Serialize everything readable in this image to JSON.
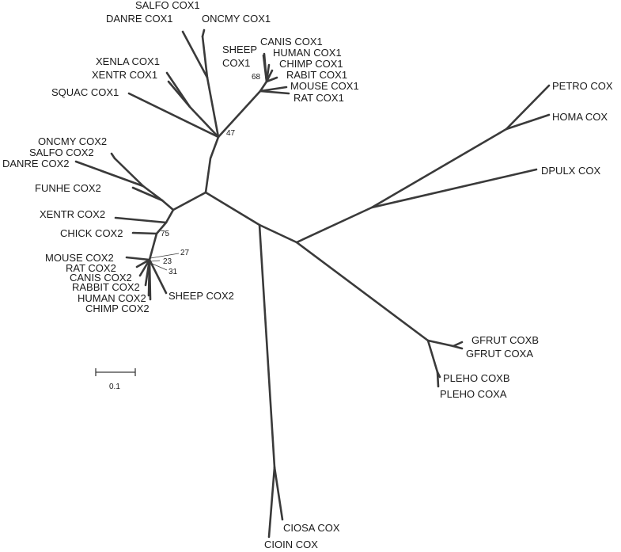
{
  "taxa": {
    "salfo_cox1": "SALFO COX1",
    "danre_cox1": "DANRE COX1",
    "oncmy_cox1": "ONCMY COX1",
    "sheep_cox1_a": "SHEEP",
    "sheep_cox1_b": "COX1",
    "canis_cox1": "CANIS COX1",
    "human_cox1": "HUMAN COX1",
    "chimp_cox1": "CHIMP COX1",
    "rabit_cox1": "RABIT COX1",
    "mouse_cox1": "MOUSE COX1",
    "rat_cox1": "RAT COX1",
    "xenla_cox1": "XENLA COX1",
    "xentr_cox1": "XENTR COX1",
    "squac_cox1": "SQUAC COX1",
    "oncmy_cox2": "ONCMY COX2",
    "salfo_cox2": "SALFO COX2",
    "danre_cox2": "DANRE COX2",
    "funhe_cox2": "FUNHE COX2",
    "xentr_cox2": "XENTR COX2",
    "chick_cox2": "CHICK COX2",
    "mouse_cox2": "MOUSE COX2",
    "rat_cox2": "RAT COX2",
    "canis_cox2": "CANIS COX2",
    "rabbit_cox2": "RABBIT COX2",
    "human_cox2": "HUMAN COX2",
    "chimp_cox2": "CHIMP COX2",
    "sheep_cox2": "SHEEP COX2",
    "petro_cox": "PETRO COX",
    "homa_cox": "HOMA COX",
    "dpulx_cox": "DPULX COX",
    "gfrut_coxb": "GFRUT COXB",
    "gfrut_coxa": "GFRUT COXA",
    "pleho_coxb": "PLEHO COXB",
    "pleho_coxa": "PLEHO COXA",
    "ciosa_cox": "CIOSA COX",
    "cioin_cox": "CIOIN COX"
  },
  "bootstrap": {
    "b68": "68",
    "b47": "47",
    "b75": "75",
    "b27": "27",
    "b23": "23",
    "b31": "31"
  },
  "scale_bar": {
    "label": "0.1"
  }
}
